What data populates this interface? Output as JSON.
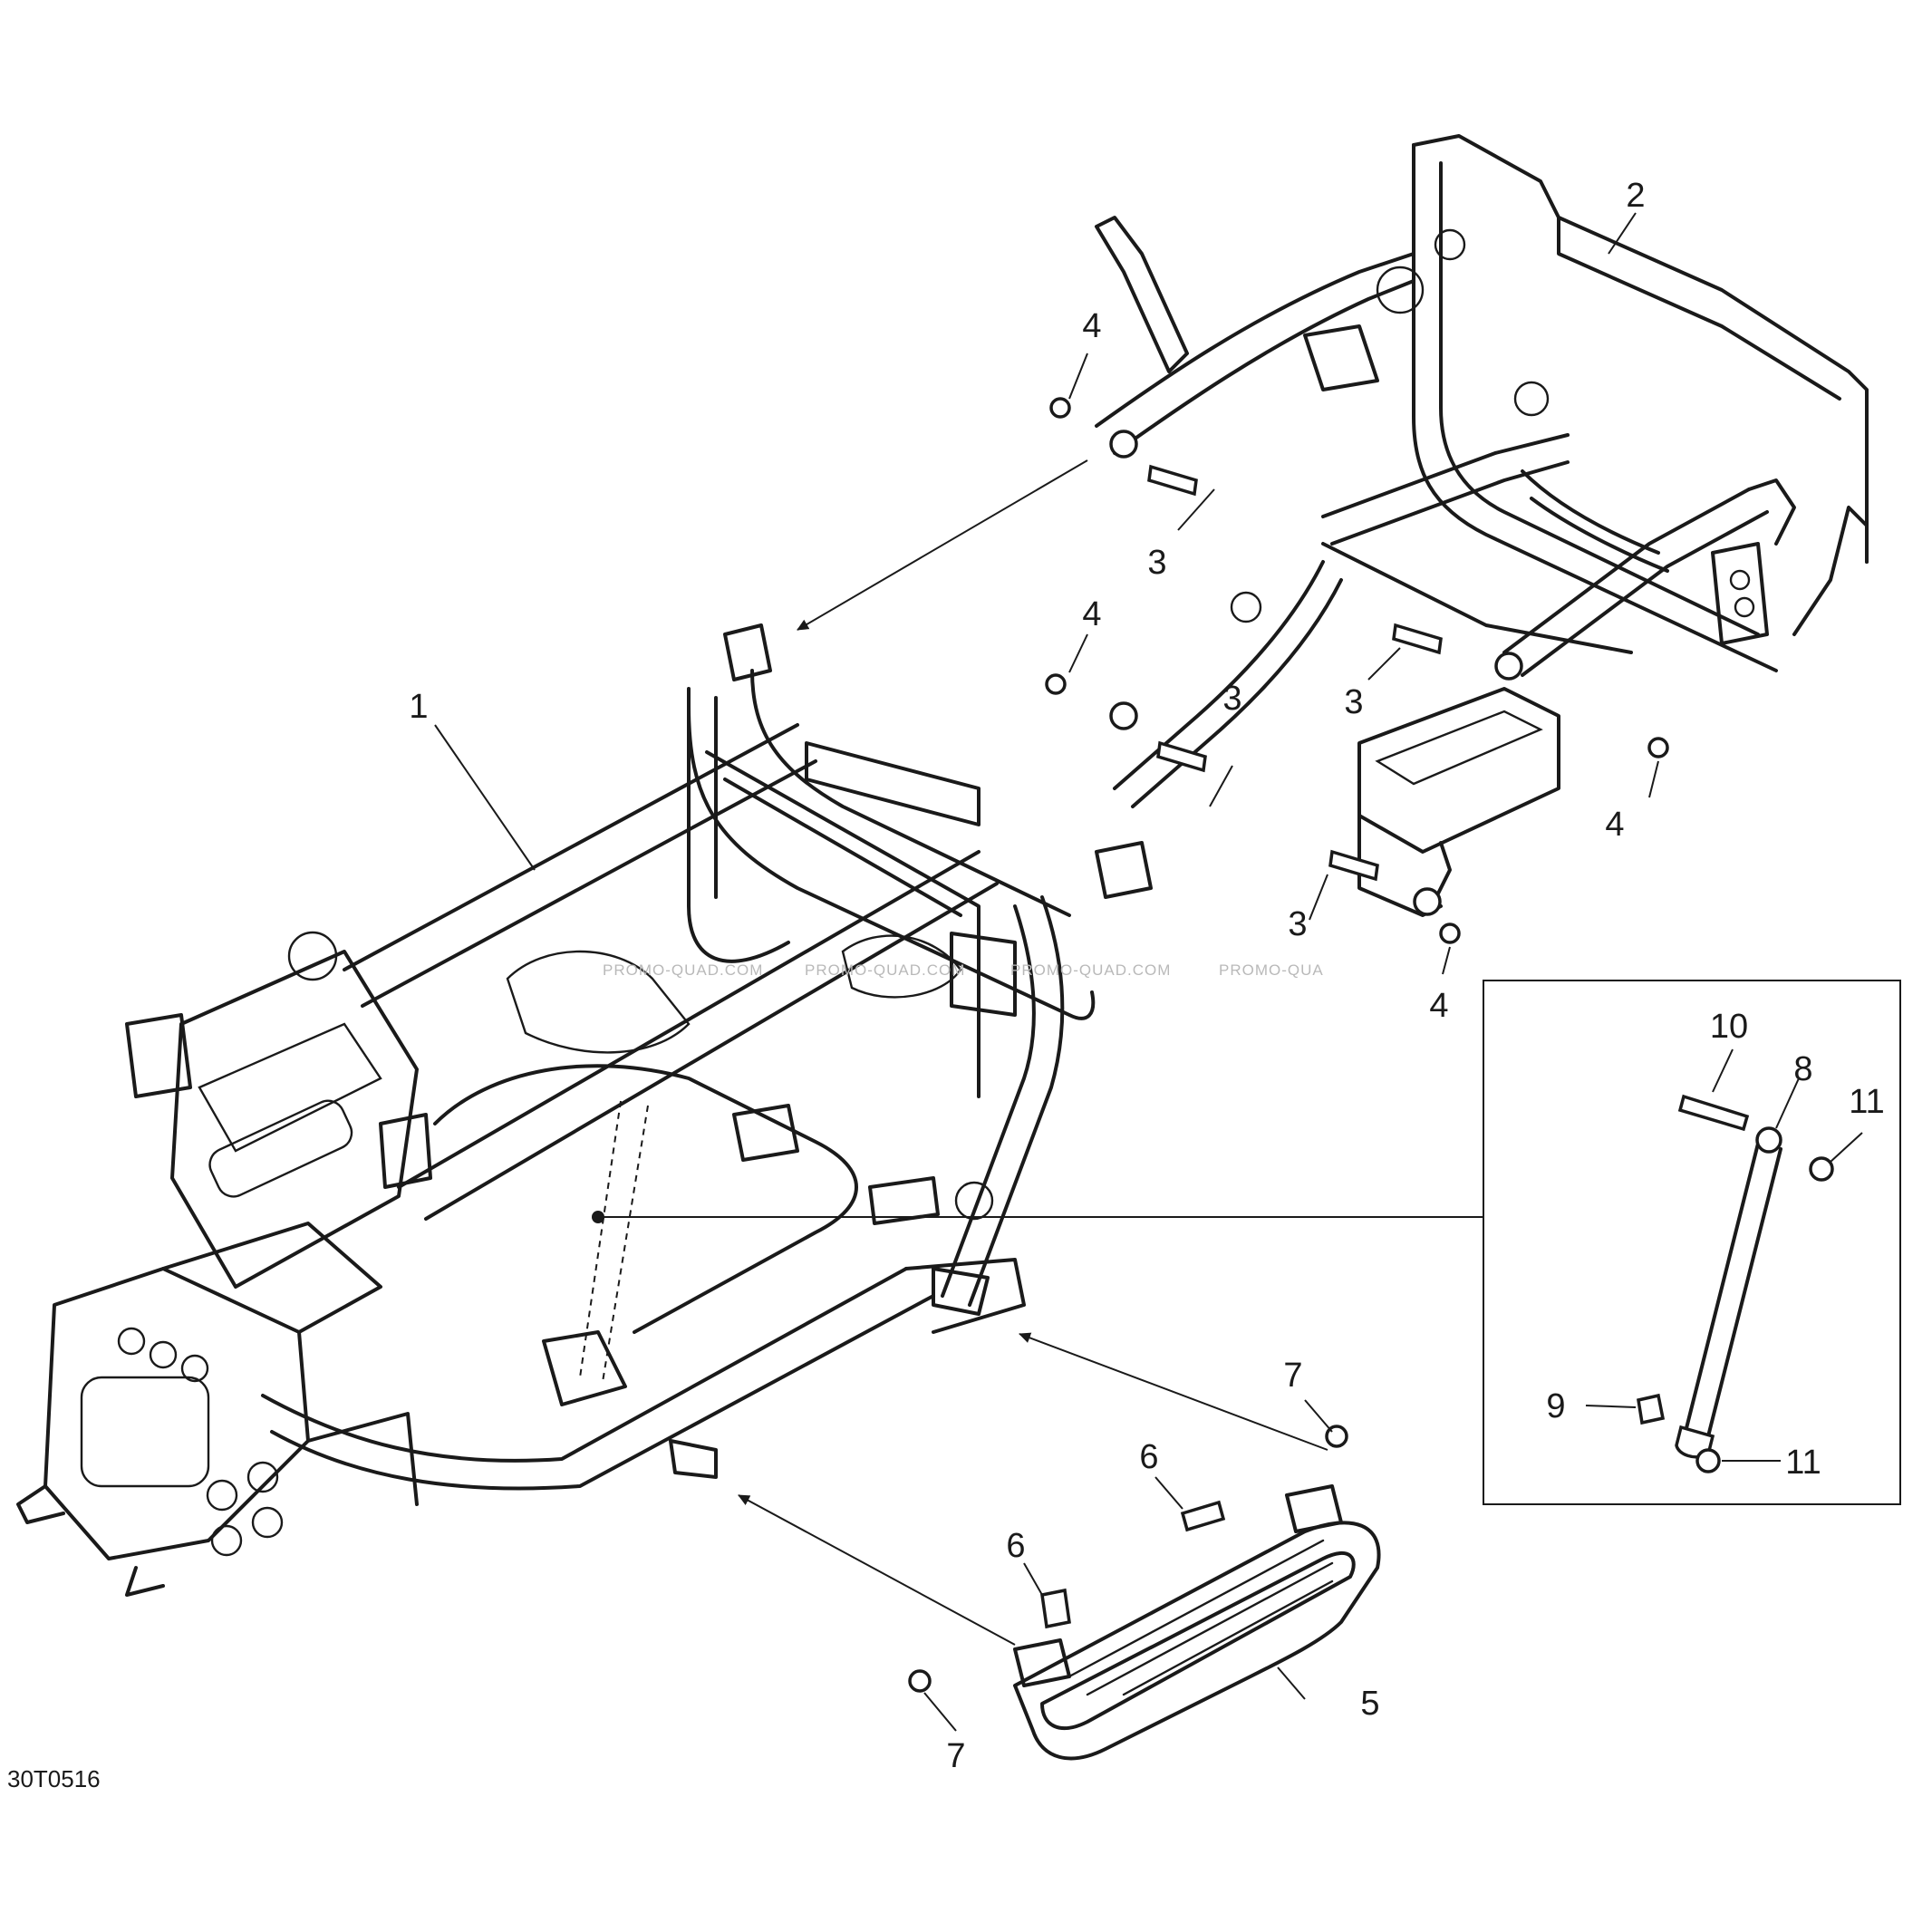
{
  "callouts": [
    {
      "label": "1"
    },
    {
      "label": "2"
    },
    {
      "label": "3"
    },
    {
      "label": "3"
    },
    {
      "label": "3"
    },
    {
      "label": "3"
    },
    {
      "label": "4"
    },
    {
      "label": "4"
    },
    {
      "label": "4"
    },
    {
      "label": "4"
    },
    {
      "label": "5"
    },
    {
      "label": "6"
    },
    {
      "label": "6"
    },
    {
      "label": "7"
    },
    {
      "label": "7"
    },
    {
      "label": "8"
    },
    {
      "label": "9"
    },
    {
      "label": "10"
    },
    {
      "label": "11"
    },
    {
      "label": "11"
    }
  ],
  "reference_code": "30T0516",
  "watermarks": [
    "PROMO-QUAD.COM",
    "PROMO-QUAD.COM",
    "PROMO-QUAD.COM",
    "PROMO-QUA"
  ]
}
